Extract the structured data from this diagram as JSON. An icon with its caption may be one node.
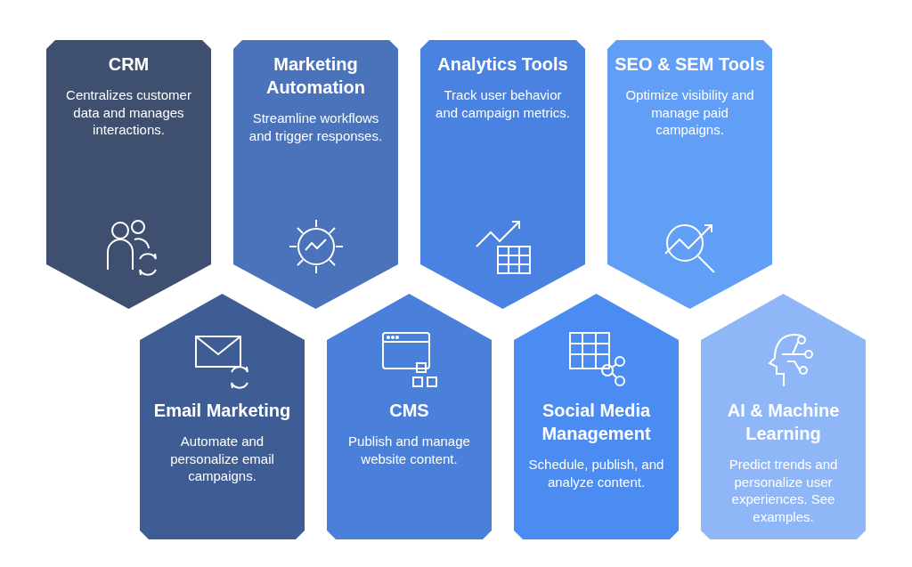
{
  "diagram": {
    "nodes": [
      {
        "text": [
          "CRM",
          "Centralizes customer data and manages interactions."
        ]
      },
      {
        "text": [
          "Marketing Automation",
          "Streamline workflows and trigger responses."
        ]
      },
      {
        "text": [
          "Analytics Tools",
          "Track user behavior and campaign metrics."
        ]
      },
      {
        "text": [
          "SEO & SEM Tools",
          "Optimize visibility and manage paid campaigns."
        ]
      },
      {
        "text": [
          "Email Marketing",
          "Automate and personalize email campaigns."
        ]
      },
      {
        "text": [
          "CMS",
          "Publish and manage website content."
        ]
      },
      {
        "text": [
          "Social Media Management",
          "Schedule, publish, and analyze content."
        ]
      },
      {
        "text": [
          "AI & Machine Learning",
          "Predict trends and personalize user experiences. See examples."
        ]
      }
    ]
  }
}
